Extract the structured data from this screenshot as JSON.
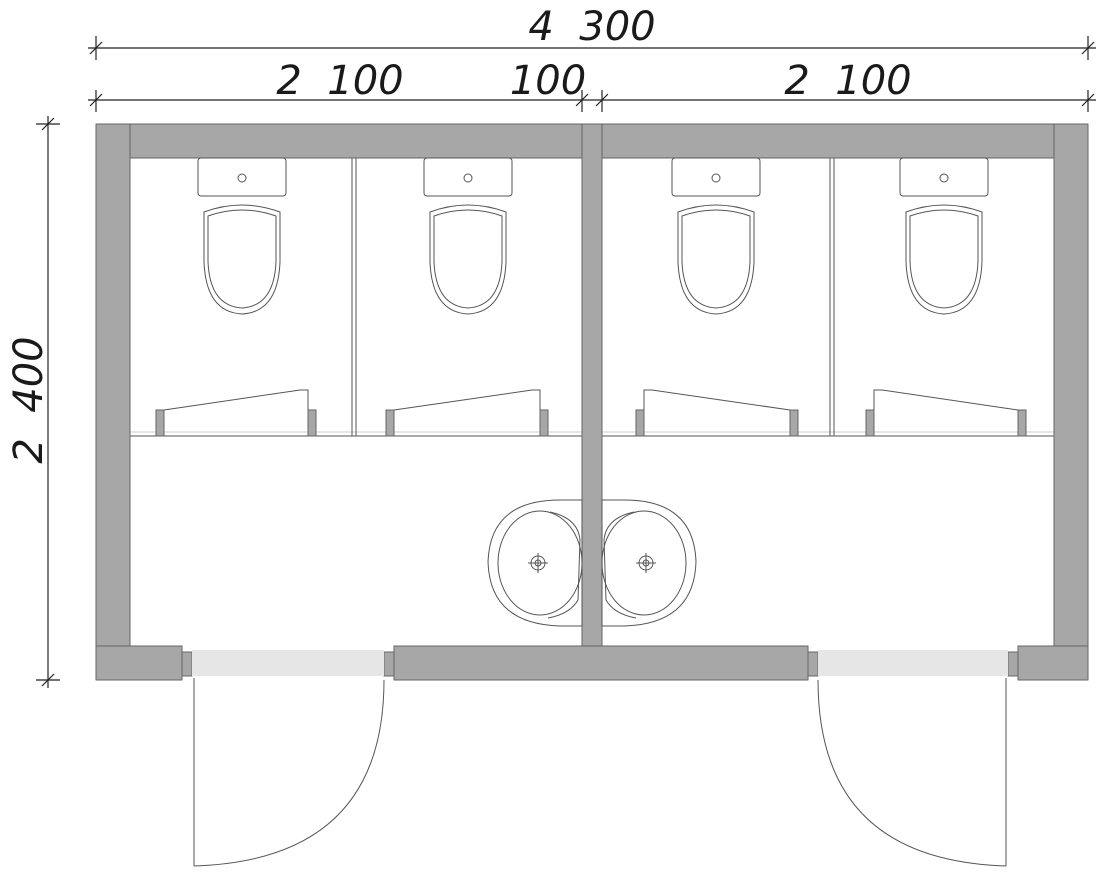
{
  "dimensions": {
    "overall_width": "4  300",
    "left_section_width": "2  100",
    "partition_width": "100",
    "right_section_width": "2  100",
    "overall_depth": "2  400"
  },
  "colors": {
    "wall_fill": "#a7a7a7",
    "line": "#555555",
    "door_opening": "#e6e6e6"
  },
  "fixtures": {
    "toilet_count": 4,
    "sink_count": 2,
    "door_count": 2
  }
}
